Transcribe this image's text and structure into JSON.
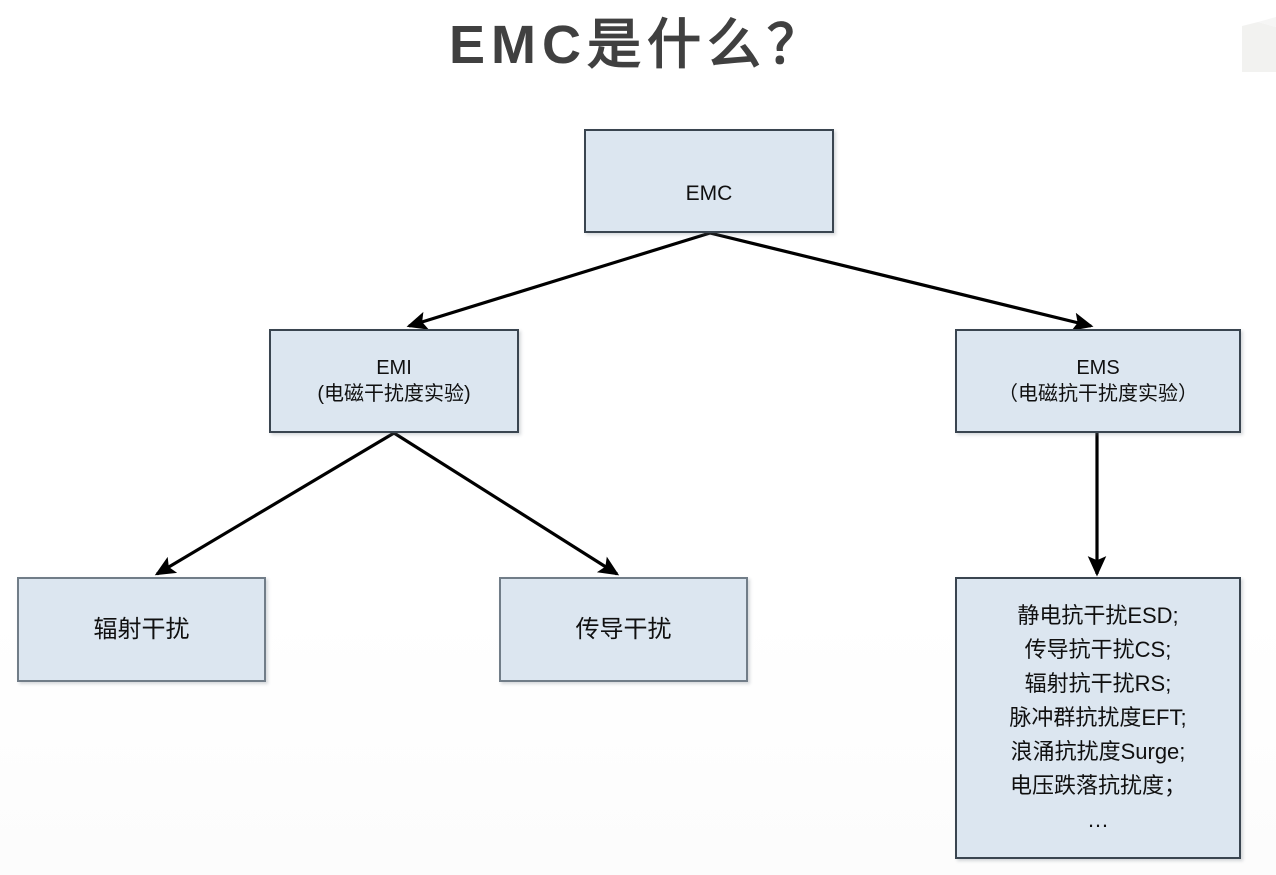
{
  "title": "EMC是什么？",
  "colors": {
    "node_fill": "#dce6f0",
    "node_border": "#3a4550",
    "node_border_soft": "#717d88",
    "title_text": "#404040",
    "connector": "#000000",
    "background": "#ffffff"
  },
  "nodes": {
    "emc": {
      "label": "EMC"
    },
    "emi": {
      "label": "EMI\n(电磁干扰度实验)"
    },
    "ems": {
      "label": "EMS\n（电磁抗干扰度实验）"
    },
    "radiated": {
      "label": "辐射干扰"
    },
    "conducted": {
      "label": "传导干扰"
    },
    "ems_list": {
      "label": "静电抗干扰ESD;\n传导抗干扰CS;\n辐射抗干扰RS;\n脉冲群抗扰度EFT;\n浪涌抗扰度Surge;\n电压跌落抗扰度；\n…"
    }
  },
  "ems_list_items": [
    "静电抗干扰ESD;",
    "传导抗干扰CS;",
    "辐射抗干扰RS;",
    "脉冲群抗扰度EFT;",
    "浪涌抗扰度Surge;",
    "电压跌落抗扰度；",
    "…"
  ],
  "connectors": [
    {
      "name": "emc-to-emi",
      "from": "emc",
      "to": "emi",
      "arrow": "end"
    },
    {
      "name": "emc-to-ems",
      "from": "emc",
      "to": "ems",
      "arrow": "end"
    },
    {
      "name": "emi-to-radiated",
      "from": "emi",
      "to": "radiated",
      "arrow": "end"
    },
    {
      "name": "emi-to-conducted",
      "from": "emi",
      "to": "conducted",
      "arrow": "end"
    },
    {
      "name": "ems-to-ems-list",
      "from": "ems",
      "to": "ems_list",
      "arrow": "end"
    }
  ]
}
